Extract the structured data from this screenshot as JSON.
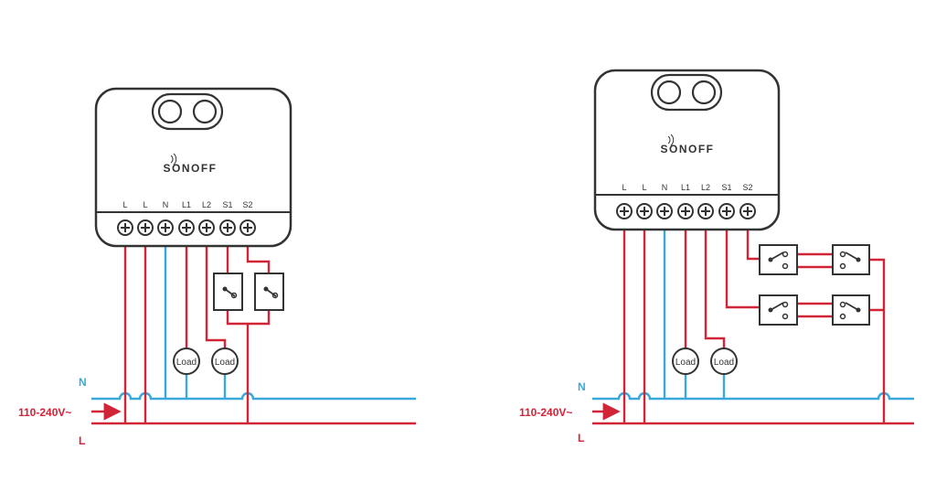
{
  "colors": {
    "red": "#d22437",
    "blue": "#3aa8d8",
    "dark": "#333333",
    "body": "#ffffff"
  },
  "device": {
    "brand": "SONOFF",
    "terminals": [
      "L",
      "L",
      "N",
      "L1",
      "L2",
      "S1",
      "S2"
    ]
  },
  "lines": {
    "neutral": "N",
    "live": "L",
    "voltage": "110-240V~"
  },
  "load_label": "Load"
}
